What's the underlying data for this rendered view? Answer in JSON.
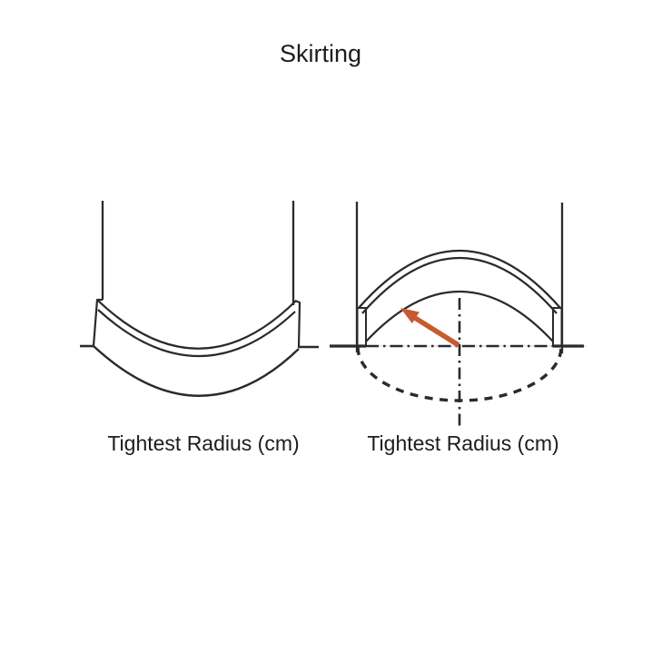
{
  "title": "Skirting",
  "diagrams": {
    "left": {
      "caption": "Tightest Radius (cm)"
    },
    "right": {
      "caption": "Tightest Radius (cm)"
    }
  },
  "colors": {
    "line": "#2a2a2a",
    "guide": "#d2d7d7",
    "arrow": "#c75a2f",
    "text": "#1d1d1d",
    "background": "#ffffff"
  }
}
